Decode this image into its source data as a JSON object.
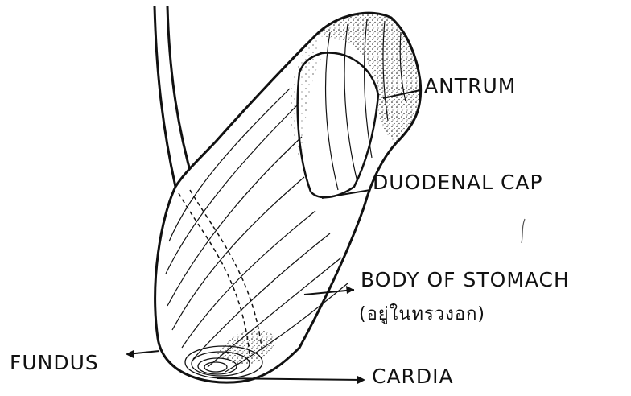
{
  "labels": {
    "antrum": "ANTRUM",
    "duodenal_cap": "DUODENAL CAP",
    "body_of_stomach": "BODY OF STOMACH",
    "body_of_stomach_sub": "(อยู่ในทรวงอก)",
    "fundus": "FUNDUS",
    "cardia": "CARDIA"
  },
  "colors": {
    "ink": "#111111",
    "background": "#ffffff"
  }
}
